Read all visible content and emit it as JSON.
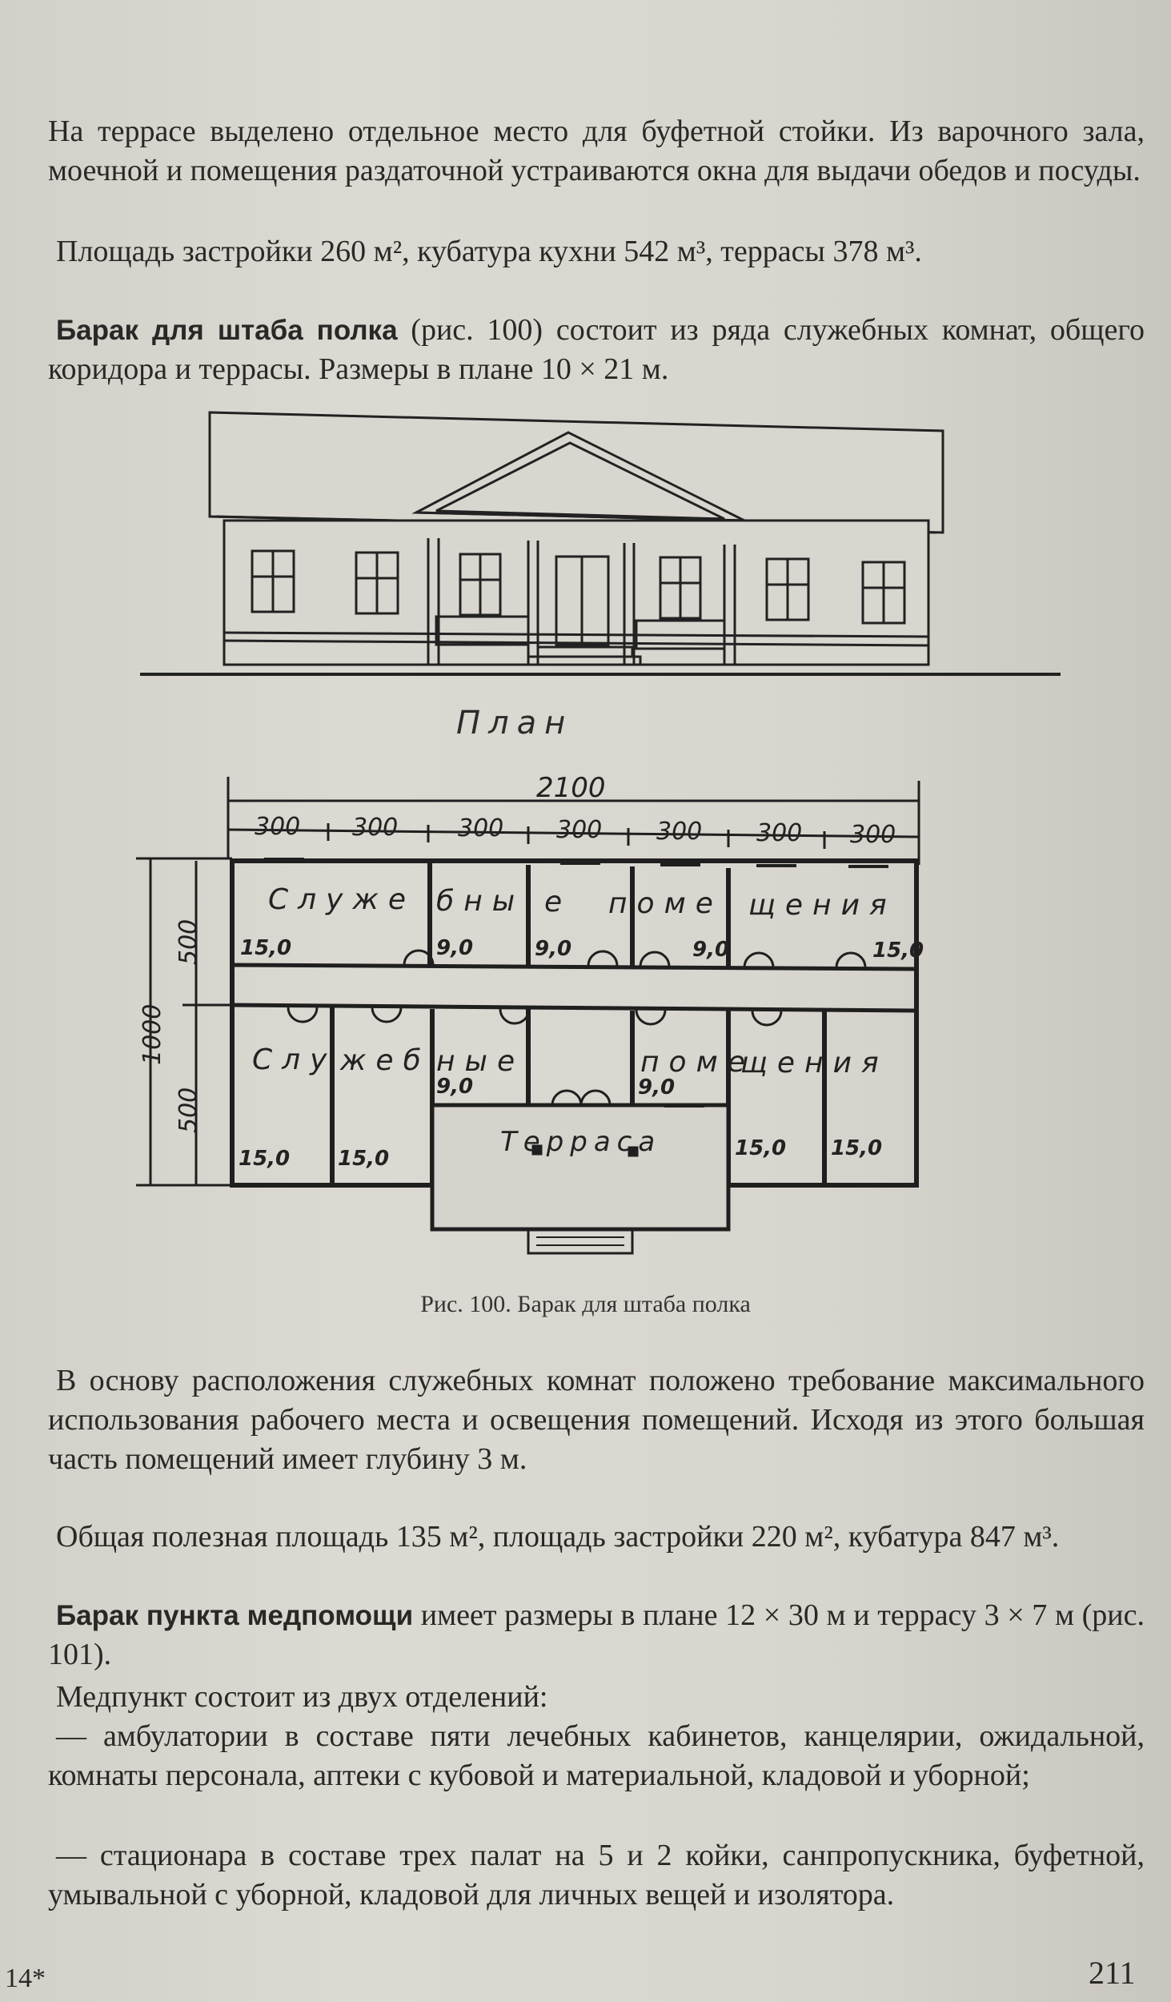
{
  "text": {
    "p1": "На террасе выделено отдельное место для буфетной стойки. Из варочного зала, моечной и помещения раздаточной устраиваются окна для выдачи обедов и посуды.",
    "p2": "Площадь застройки 260 м², кубатура кухни 542 м³, террасы 378 м³.",
    "p3_bold": "Барак для штаба полка",
    "p3_rest": " (рис. 100) состоит из ряда служебных комнат, общего коридора и террасы. Размеры в плане 10 × 21 м.",
    "p4": "В основу расположения служебных комнат положено требование максимального использования рабочего места и освещения помещений. Исходя из этого большая часть помещений имеет глубину 3 м.",
    "p5": "Общая полезная площадь 135 м², площадь застройки 220 м², кубатура 847 м³.",
    "p6_bold": "Барак пункта медпомощи",
    "p6_rest": " имеет размеры в плане 12 × 30 м и террасу 3 × 7 м (рис. 101).",
    "p7": "Медпункт состоит из двух отделений:",
    "p8": "— амбулатории в составе пяти лечебных кабинетов, канцелярии, ожидальной, комнаты персонала, аптеки с кубовой и материальной, кладовой и уборной;",
    "p9": "— стационара в составе трех палат на 5 и 2 койки, санпропускника, буфетной, умывальной с уборной, кладовой для личных вещей и изолятора."
  },
  "figure": {
    "plan_title": "План",
    "caption": "Рис. 100. Барак для штаба полка",
    "dim_total": "2100",
    "dim_segments": [
      "300",
      "300",
      "300",
      "300",
      "300",
      "300",
      "300"
    ],
    "dim_side_total": "1000",
    "dim_side_half_top": "500",
    "dim_side_half_bottom": "500",
    "upper_label_parts": [
      "Служе",
      "бны",
      "е",
      "поме",
      "щения"
    ],
    "lower_label_parts": [
      "Слу",
      "жеб",
      "ные",
      "поме",
      "щения"
    ],
    "terrace_label": "Терраса",
    "upper_areas": [
      "15,0",
      "9,0",
      "9,0",
      "9,0",
      "15,0"
    ],
    "lower_areas_left": [
      "15,0",
      "15,0"
    ],
    "lower_areas_mid": [
      "9,0",
      "9,0"
    ],
    "lower_areas_right": [
      "15,0",
      "15,0"
    ]
  },
  "footer": {
    "page_number": "211",
    "signature_mark": "14*"
  }
}
